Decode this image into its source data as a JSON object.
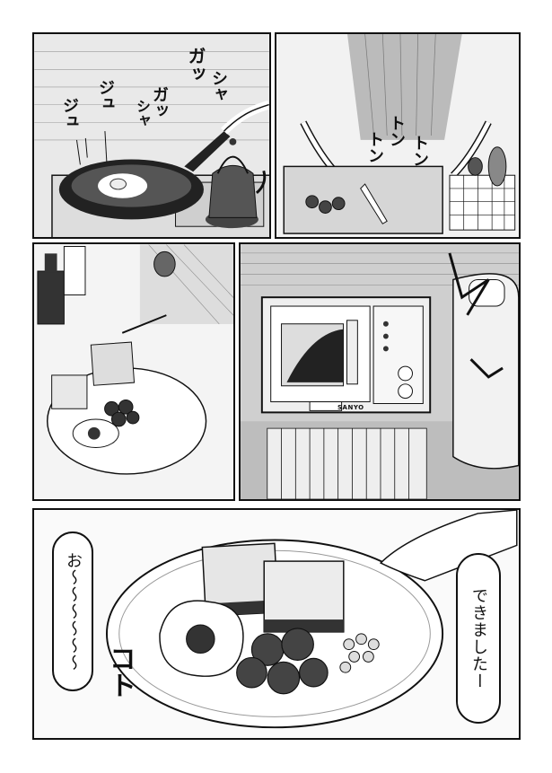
{
  "panels": {
    "p1": {
      "sfx": [
        "ガッ",
        "シャ",
        "ガッ",
        "シャ",
        "ジュ",
        "ジュ"
      ]
    },
    "p2": {
      "sfx": [
        "トン",
        "トン",
        "トン"
      ]
    },
    "p4": {
      "microwave_brand": "SANYO"
    },
    "p5": {
      "bubble_left": "お〜〜〜〜〜〜",
      "bubble_right": "できましたー",
      "sfx": "コト"
    }
  },
  "icons": [
    "frying-pan",
    "kettle",
    "cutting-board",
    "knife",
    "basket",
    "bottle",
    "pepper-shaker",
    "microwave",
    "plate",
    "toast",
    "fried-egg",
    "lotus-root",
    "rice-cooker"
  ]
}
